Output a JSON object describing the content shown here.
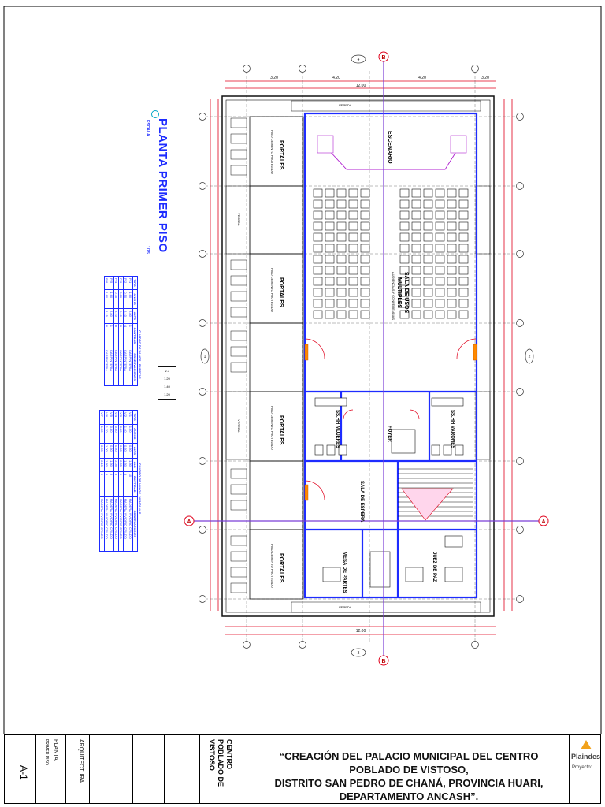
{
  "plan": {
    "title": "PLANTA PRIMER PISO",
    "scale_label": "ESCALA",
    "scale_value": "1/75",
    "total_width_label": "12.00",
    "dims_top": [
      "3.20",
      "4.20",
      "4.20",
      "3.20"
    ],
    "rooms": {
      "escenario": "ESCENARIO",
      "sala_usos_1": "SALA DE USOS",
      "sala_usos_2": "MULTIPLES",
      "sala_usos_sub": "AUDIENCIAS Y CONFERENCIAS",
      "ss_mujeres": "SS.HH MUJERES",
      "ss_varones": "SS.HH VARONES",
      "foyer": "FOYER",
      "sala_espera": "SALA DE ESPERA",
      "mesa_partes": "MESA DE PARTES",
      "juez_paz": "JUEZ DE PAZ",
      "portales": "PORTALES",
      "portales_sub": "PISO CEMENTO PROTEGIDO",
      "vereda": "VEREDA"
    },
    "axes_letters": [
      "A",
      "A",
      "B",
      "B"
    ],
    "axes_numbers": [
      "1",
      "2",
      "3",
      "4"
    ]
  },
  "tables": {
    "puertas_title": "CUADRO DE VANOS - PUERTAS",
    "puertas_headers": [
      "TIPO",
      "ANCHO",
      "ALTO",
      "CANTIDAD",
      "OBSERVACIONES"
    ],
    "puertas_rows": [
      [
        "P-1",
        "1.60",
        "2.80",
        "1",
        "CARPINTERIA"
      ],
      [
        "P-2",
        "0.90",
        "2.10",
        "4",
        "CARPINTERIA"
      ],
      [
        "P-3",
        "0.80",
        "2.10",
        "6",
        "CARPINTERIA"
      ],
      [
        "P-4",
        "0.70",
        "2.10",
        "8",
        "CARPINTERIA"
      ],
      [
        "P-5",
        "1.60",
        "2.80",
        "1",
        "CARPINTERIA"
      ],
      [
        "P-6",
        "1.60",
        "2.15",
        "6",
        "CARPINTERIA"
      ]
    ],
    "ventanas_title": "CUADRO DE VANOS - VENTANAS",
    "ventanas_headers": [
      "TIPO",
      "ANCHO",
      "ALTO",
      "ALF.",
      "CANTIDAD",
      "OBSERVACIONES"
    ],
    "ventanas_rows": [
      [
        "V-1",
        "1.00",
        "0.60",
        "1.50",
        "10",
        "MADERA Y VIDRIO CRUDO"
      ],
      [
        "V-2",
        "1.40",
        "0.60",
        "1.50",
        "8",
        "MADERA Y VIDRIO CRUDO"
      ],
      [
        "V-3",
        "0.80",
        "0.60",
        "2.05",
        "6",
        "MADERA Y VIDRIO CRUDO"
      ],
      [
        "V-4",
        "0.80",
        "0.60",
        "2.05",
        "8",
        "MADERA Y VIDRIO CRUDO"
      ],
      [
        "V-5",
        "0.80",
        "0.60",
        "1.50",
        "8",
        "MADERA Y VIDRIO CRUDO"
      ],
      [
        "V-6",
        "1.20",
        "1.00",
        "1.60",
        "8",
        "MADERA Y VIDRIO CRUDO"
      ],
      [
        "V-7",
        "1.00",
        "0.85",
        "2.15",
        "6",
        "MADERA Y VIDRIO CRUDO"
      ]
    ],
    "legend_codes": [
      "V-7",
      "1.20",
      "1.40",
      "1.20"
    ]
  },
  "title_block": {
    "brand": "Plaindes",
    "project_label": "Proyecto:",
    "project_line1": "“CREACIÓN DEL PALACIO MUNICIPAL DEL CENTRO POBLADO DE VISTOSO,",
    "project_line2": "DISTRITO SAN PEDRO DE CHANÁ, PROVINCIA HUARI,",
    "project_line3": "DEPARTAMENTO ANCASH”.",
    "place1": "CENTRO",
    "place2": "POBLADO DE",
    "place3": "VISTOSO",
    "specialty": "ARQUITECTURA",
    "plan_name1": "PLANTA",
    "plan_name2": "PRIMER PISO",
    "sheet": "A-1"
  },
  "colors": {
    "wall": "#1e2cff",
    "dim": "#e0001b",
    "axis": "#b020d0",
    "dark": "#111111",
    "cyan": "#00a7c8"
  }
}
